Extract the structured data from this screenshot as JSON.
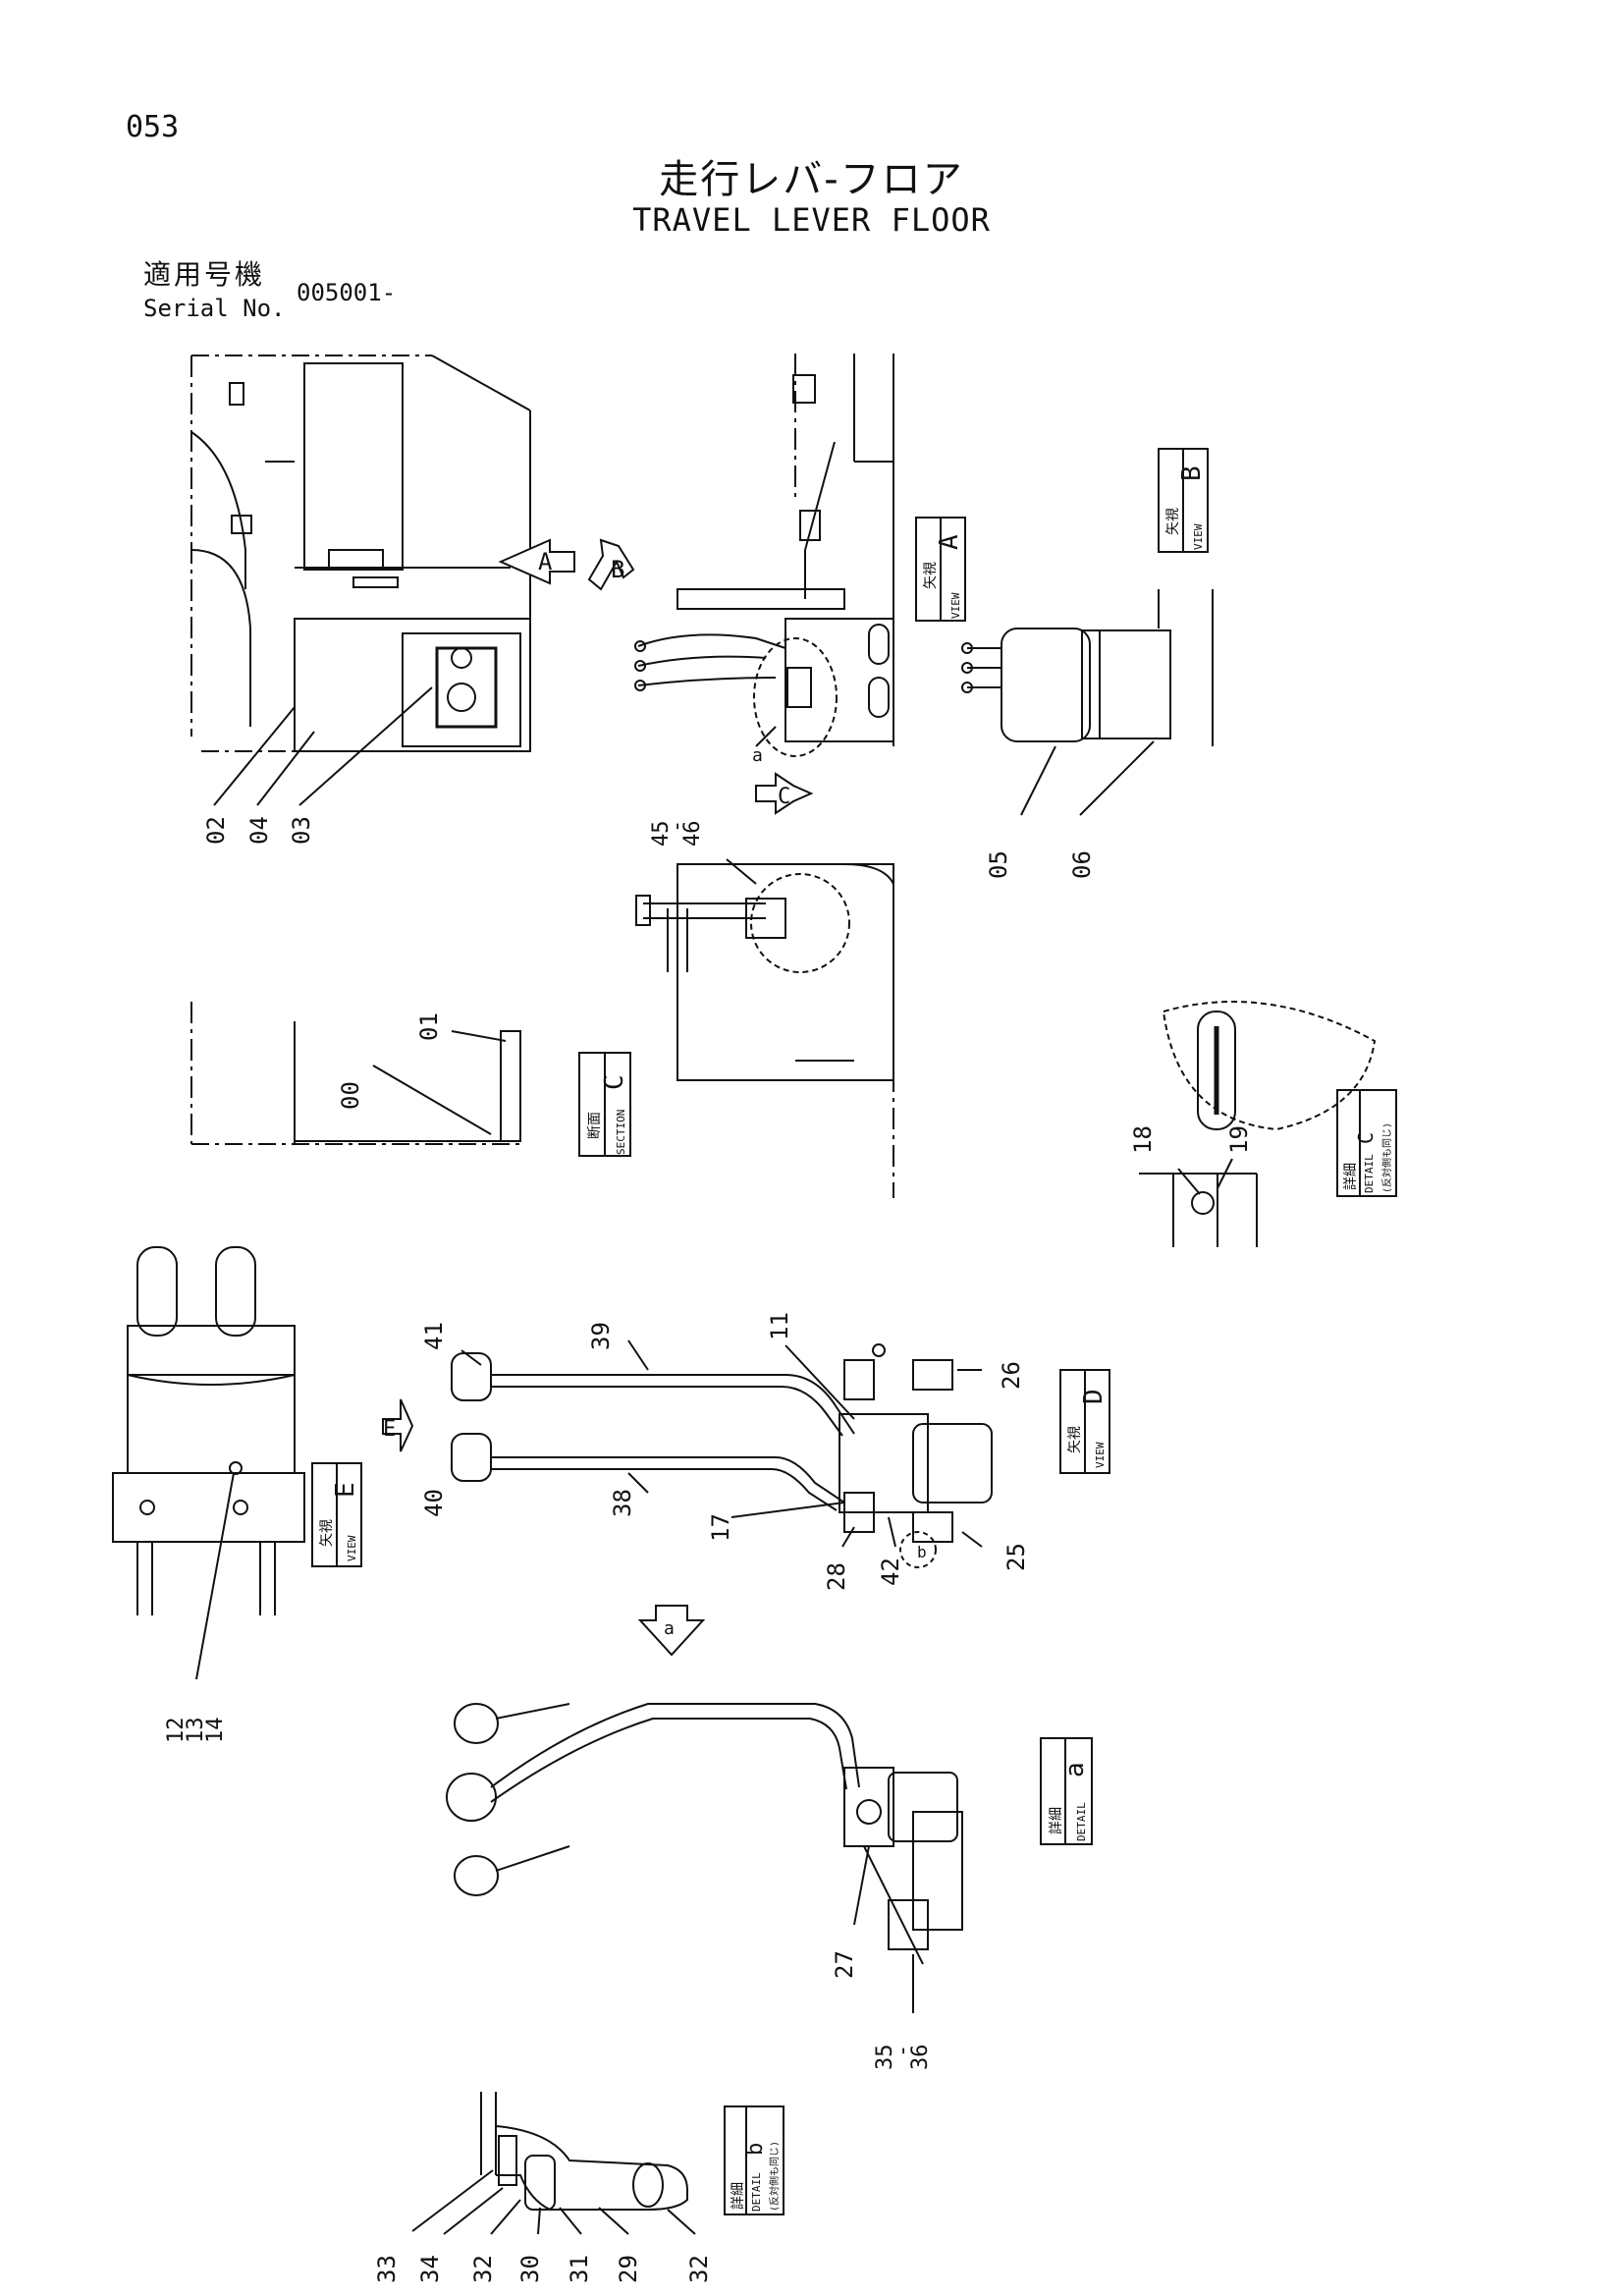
{
  "page_number": "053",
  "title_jp": "走行レバ-フロア",
  "title_en": "TRAVEL LEVER FLOOR",
  "serial_label_jp": "適用号機",
  "serial_label_en": "Serial No.",
  "serial_value": "005001-",
  "views": {
    "a": {
      "jp": "矢視",
      "en": "VIEW",
      "letter": "A"
    },
    "b": {
      "jp": "矢視",
      "en": "VIEW",
      "letter": "B"
    },
    "c": {
      "jp": "断面",
      "en": "SECTION",
      "letter": "C"
    },
    "dc": {
      "jp": "詳細",
      "en": "DETAIL",
      "letter": "C",
      "note": "(反対側も同じ)"
    },
    "d": {
      "jp": "矢視",
      "en": "VIEW",
      "letter": "D"
    },
    "e": {
      "jp": "矢視",
      "en": "VIEW",
      "letter": "E"
    },
    "da": {
      "jp": "詳細",
      "en": "DETAIL",
      "letter": "a"
    },
    "db": {
      "jp": "詳細",
      "en": "DETAIL",
      "letter": "b",
      "note": "(反対側も同じ)"
    }
  },
  "arrows": {
    "a": "A",
    "b": "B",
    "c": "C",
    "e": "E",
    "a_lower": "a",
    "b_lower": "b"
  },
  "callouts": {
    "c02": "02",
    "c04": "04",
    "c03": "03",
    "c05": "05",
    "c06": "06",
    "c45": "45",
    "c46": "46",
    "dash": "-",
    "c00": "00",
    "c01": "01",
    "c18": "18",
    "c19": "19",
    "c41": "41",
    "c39": "39",
    "c11": "11",
    "c26": "26",
    "c40": "40",
    "c38": "38",
    "c17": "17",
    "c28": "28",
    "c42": "42",
    "c25": "25",
    "c12": "12",
    "c13": "13",
    "c14": "14",
    "c27": "27",
    "c35": "35",
    "c36": "36",
    "c33": "33",
    "c34": "34",
    "c32a": "32",
    "c30": "30",
    "c31": "31",
    "c29": "29",
    "c32b": "32"
  }
}
